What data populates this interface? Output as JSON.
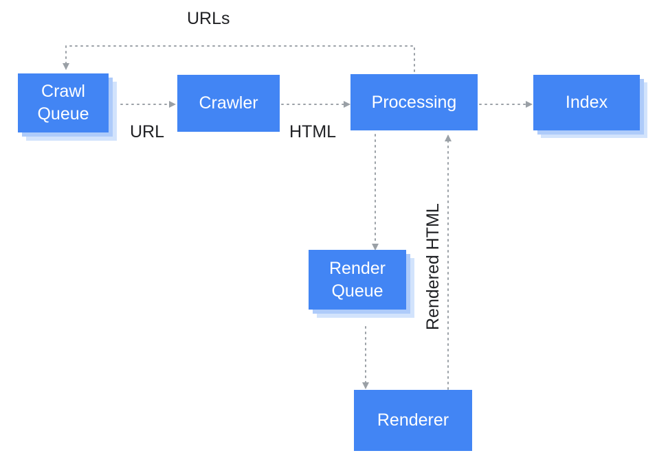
{
  "nodes": {
    "crawl_queue": "Crawl\nQueue",
    "crawler": "Crawler",
    "processing": "Processing",
    "index": "Index",
    "render_queue": "Render\nQueue",
    "renderer": "Renderer"
  },
  "edge_labels": {
    "urls": "URLs",
    "url": "URL",
    "html": "HTML",
    "rendered_html": "Rendered HTML"
  },
  "colors": {
    "node_fill": "#4285f4",
    "stack_layer_1": "#aecbfa",
    "stack_layer_2": "#d2e3fc",
    "connector": "#9aa0a6",
    "label_text": "#202124"
  }
}
